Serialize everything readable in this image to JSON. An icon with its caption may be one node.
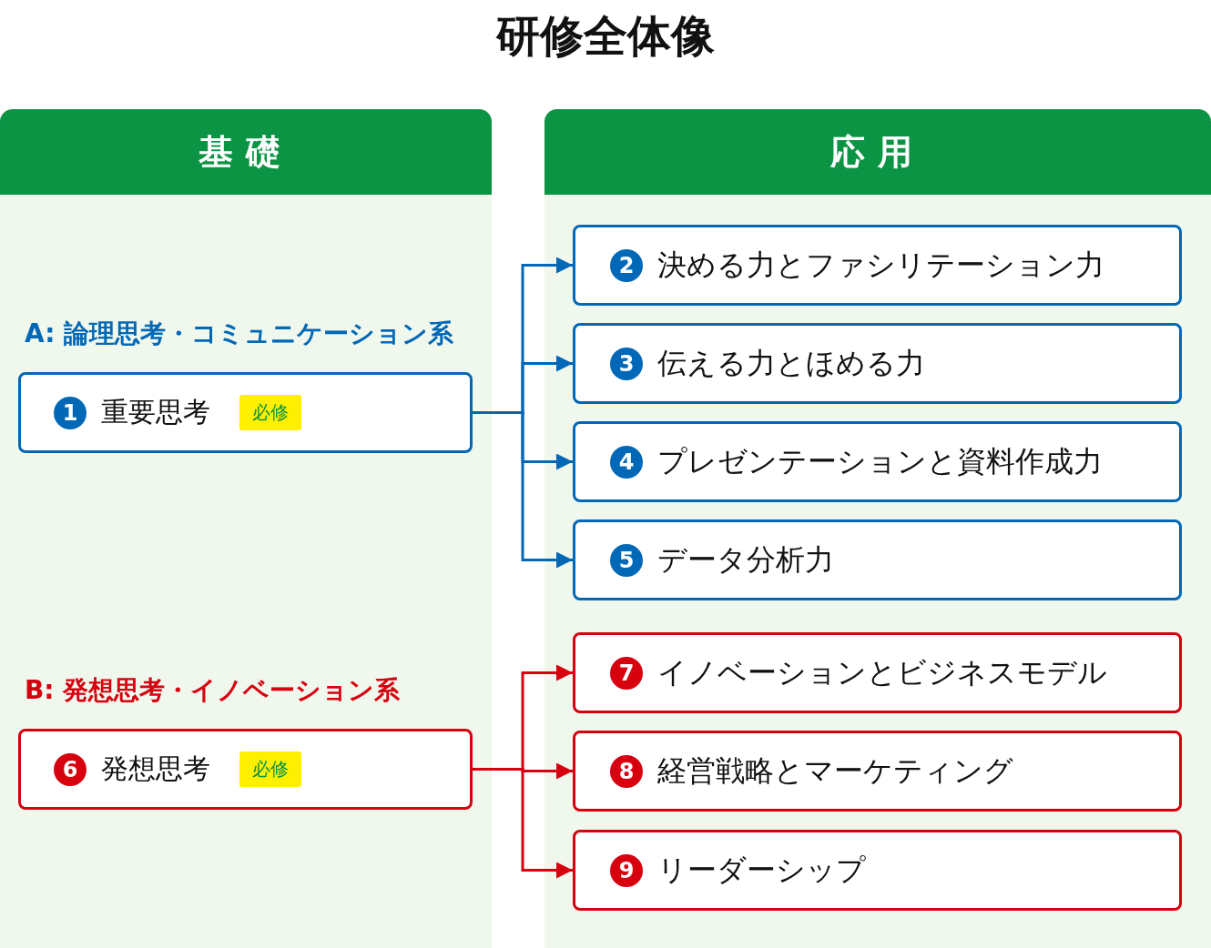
{
  "diagram": {
    "title": "研修全体像",
    "nodes": [
      {
        "text": [
          "基礎"
        ]
      },
      {
        "text": [
          "応用"
        ]
      },
      {
        "text": [
          "1",
          "重要思考",
          "必修"
        ],
        "in": 0
      },
      {
        "text": [
          "2",
          "決める力とファシリテーション力"
        ],
        "in": 1
      },
      {
        "text": [
          "3",
          "伝える力とほめる力"
        ],
        "in": 1
      },
      {
        "text": [
          "4",
          "プレゼンテーションと資料作成力"
        ],
        "in": 1
      },
      {
        "text": [
          "5",
          "データ分析力"
        ],
        "in": 1
      },
      {
        "text": [
          "6",
          "発想思考",
          "必修"
        ],
        "in": 0
      },
      {
        "text": [
          "7",
          "イノベーションとビジネスモデル"
        ],
        "in": 1
      },
      {
        "text": [
          "8",
          "経営戦略とマーケティング"
        ],
        "in": 1
      },
      {
        "text": [
          "9",
          "リーダーシップ"
        ],
        "in": 1
      }
    ],
    "edges": [
      {
        "from": 2,
        "to": 3,
        "arrow": "to"
      },
      {
        "from": 2,
        "to": 4,
        "arrow": "to"
      },
      {
        "from": 2,
        "to": 5,
        "arrow": "to"
      },
      {
        "from": 2,
        "to": 6,
        "arrow": "to"
      },
      {
        "from": 7,
        "to": 8,
        "arrow": "to",
        "color": "#d7000f"
      },
      {
        "from": 7,
        "to": 9,
        "arrow": "to",
        "color": "#d7000f"
      },
      {
        "from": 7,
        "to": 10,
        "arrow": "to",
        "color": "#d7000f"
      }
    ],
    "labels": [
      "A: 論理思考・コミュニケーション系",
      "B: 発想思考・イノベーション系"
    ]
  }
}
